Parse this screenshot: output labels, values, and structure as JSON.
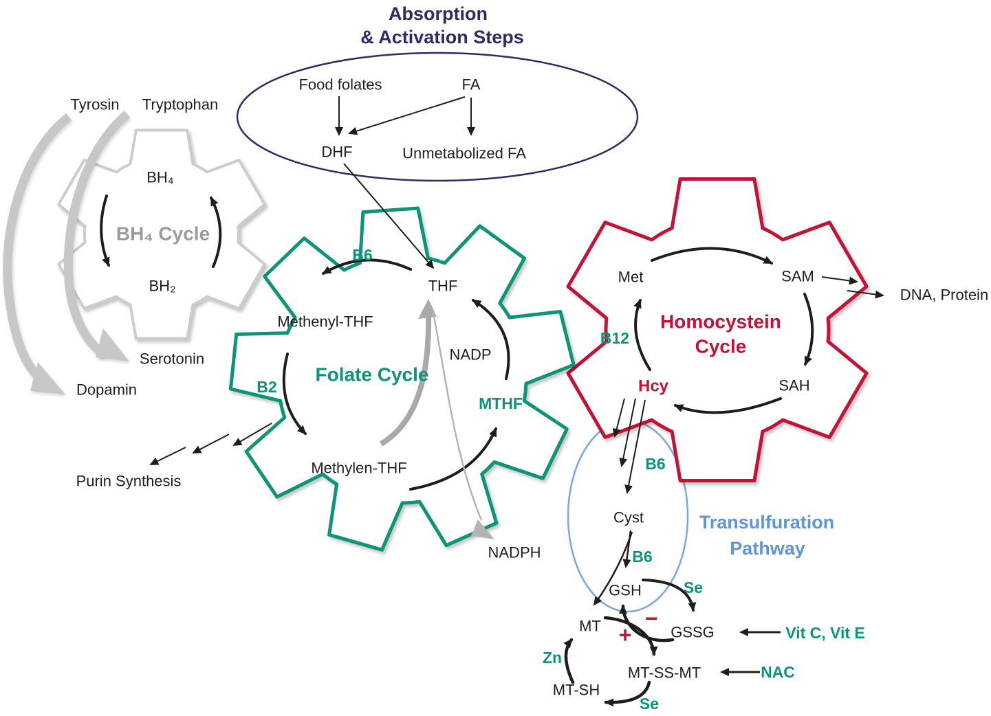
{
  "header": {
    "line1": "Absorption",
    "line2": "& Activation Steps"
  },
  "absorption": {
    "food_folates": "Food folates",
    "fa": "FA",
    "dhf": "DHF",
    "unmetabolized_fa": "Unmetabolized FA"
  },
  "bh4_cycle": {
    "title": "BH₄ Cycle",
    "bh4": "BH₄",
    "bh2": "BH₂",
    "tyrosin": "Tyrosin",
    "tryptophan": "Tryptophan",
    "serotonin": "Serotonin",
    "dopamin": "Dopamin"
  },
  "folate_cycle": {
    "title": "Folate Cycle",
    "thf": "THF",
    "methenyl_thf": "Methenyl-THF",
    "methylen_thf": "Methylen-THF",
    "mthf": "MTHF",
    "b6": "B6",
    "b2": "B2",
    "nadp": "NADP",
    "nadph": "NADPH",
    "purin_synthesis": "Purin Synthesis"
  },
  "homocystein_cycle": {
    "title_line1": "Homocystein",
    "title_line2": "Cycle",
    "met": "Met",
    "sam": "SAM",
    "sah": "SAH",
    "hcy": "Hcy",
    "b12": "B12",
    "dna_protein": "DNA, Protein"
  },
  "transsulfuration": {
    "title_line1": "Transulfuration",
    "title_line2": "Pathway",
    "b6_upper": "B6",
    "cyst": "Cyst",
    "b6_lower": "B6",
    "gsh": "GSH"
  },
  "redox": {
    "se_upper": "Se",
    "mt": "MT",
    "gssg": "GSSG",
    "mt_ss_mt": "MT-SS-MT",
    "mt_sh": "MT-SH",
    "se_lower": "Se",
    "zn": "Zn",
    "plus": "+",
    "minus": "−",
    "vitc_vite": "Vit C, Vit E",
    "nac": "NAC"
  },
  "colors": {
    "teal": "#0b9478",
    "red": "#c41237",
    "navy": "#322a60",
    "gray_text": "#9b9b9a",
    "gray_gear": "#cccccc",
    "blue_text": "#5f94d6",
    "blue_ellipse": "#7aa6de",
    "black": "#1d1d1b"
  }
}
